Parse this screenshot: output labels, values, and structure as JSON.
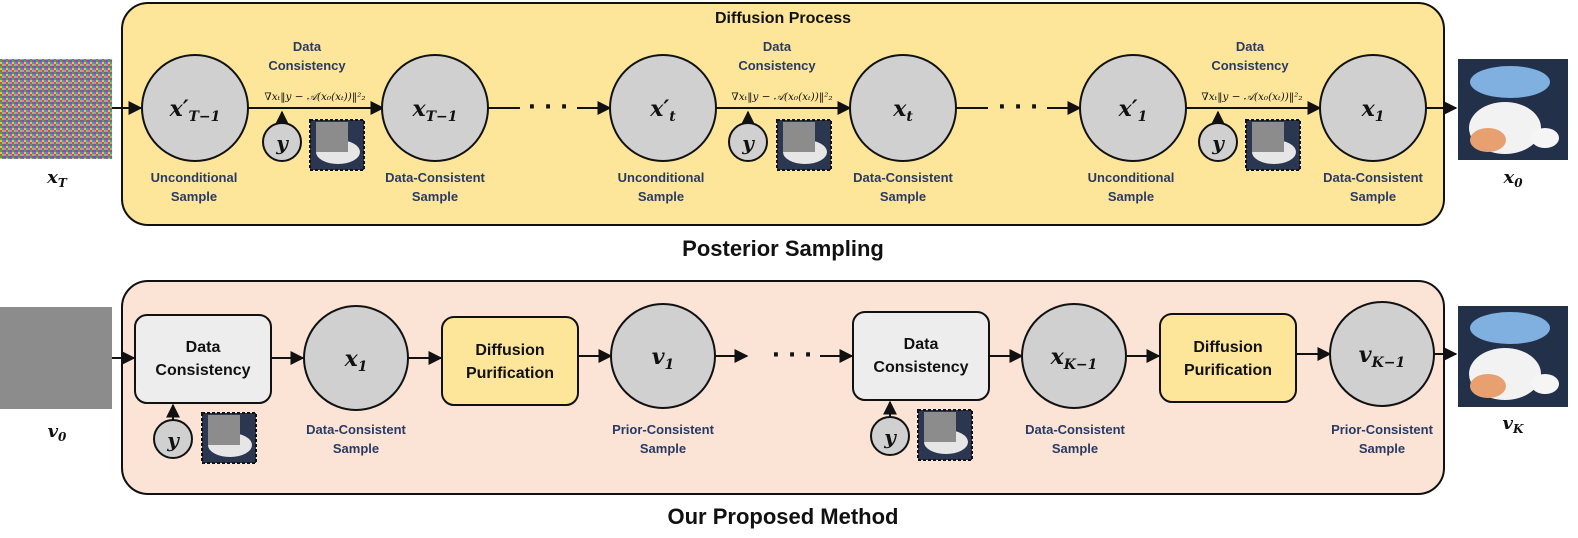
{
  "colors": {
    "top_panel_fill": "#fde69a",
    "bottom_panel_fill": "#fbe3d6",
    "node_fill": "#d0d0d0",
    "dc_box_fill": "#ededed",
    "purification_box_fill": "#fde69a",
    "label_text": "#2a3a63",
    "gray_image": "#8c8c8c"
  },
  "top": {
    "panel_title": "Diffusion Process",
    "caption": "Posterior Sampling",
    "input_label": "x_T",
    "output_label": "x_0",
    "nodes": [
      {
        "math": "x′_{T−1}",
        "sub_label_1": "Unconditional",
        "sub_label_2": "Sample"
      },
      {
        "math": "x_{T−1}",
        "sub_label_1": "Data-Consistent",
        "sub_label_2": "Sample"
      },
      {
        "math": "x′_t",
        "sub_label_1": "Unconditional",
        "sub_label_2": "Sample"
      },
      {
        "math": "x_t",
        "sub_label_1": "Data-Consistent",
        "sub_label_2": "Sample"
      },
      {
        "math": "x′_1",
        "sub_label_1": "Unconditional",
        "sub_label_2": "Sample"
      },
      {
        "math": "x_1",
        "sub_label_1": "Data-Consistent",
        "sub_label_2": "Sample"
      }
    ],
    "steps": [
      {
        "label_1": "Data",
        "label_2": "Consistency",
        "gradient": "∇xₜ‖y − 𝒜(x₀(xₜ))‖²₂",
        "measurement": "y"
      },
      {
        "label_1": "Data",
        "label_2": "Consistency",
        "gradient": "∇xₜ‖y − 𝒜(x₀(xₜ))‖²₂",
        "measurement": "y"
      },
      {
        "label_1": "Data",
        "label_2": "Consistency",
        "gradient": "∇xₜ‖y − 𝒜(x₀(xₜ))‖²₂",
        "measurement": "y"
      }
    ],
    "ellipsis": "· · ·"
  },
  "bottom": {
    "caption": "Our Proposed Method",
    "input_label": "v_0",
    "output_label": "v_K",
    "dc_boxes": [
      {
        "line_1": "Data",
        "line_2": "Consistency",
        "measurement": "y"
      },
      {
        "line_1": "Data",
        "line_2": "Consistency",
        "measurement": "y"
      }
    ],
    "purification_boxes": [
      {
        "line_1": "Diffusion",
        "line_2": "Purification"
      },
      {
        "line_1": "Diffusion",
        "line_2": "Purification"
      }
    ],
    "nodes": [
      {
        "math": "x_1",
        "sub_label_1": "Data-Consistent",
        "sub_label_2": "Sample"
      },
      {
        "math": "v_1",
        "sub_label_1": "Prior-Consistent",
        "sub_label_2": "Sample"
      },
      {
        "math": "x_{K−1}",
        "sub_label_1": "Data-Consistent",
        "sub_label_2": "Sample"
      },
      {
        "math": "v_{K−1}",
        "sub_label_1": "Prior-Consistent",
        "sub_label_2": "Sample"
      }
    ],
    "ellipsis": "· · ·"
  }
}
